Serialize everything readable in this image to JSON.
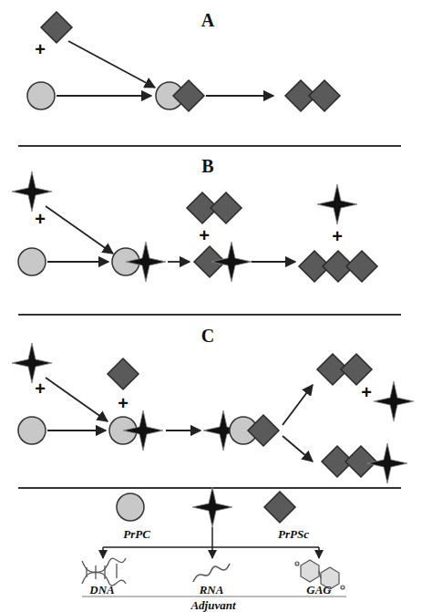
{
  "diagram": {
    "labels": [
      "A",
      "+",
      "B",
      "+",
      "+",
      "+",
      "C",
      "+",
      "+",
      "+",
      "PrPC",
      "PrPSc",
      "DNA",
      "RNA",
      "GAG",
      "Adjuvant"
    ]
  }
}
